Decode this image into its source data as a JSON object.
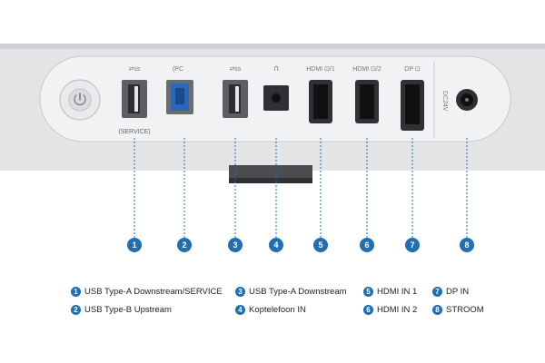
{
  "port_labels": {
    "usb_a_1": "",
    "usb_b": "(PC",
    "usb_a_2": "",
    "hdmi_1": "HDMI",
    "hdmi_2": "HDMI",
    "dp": "DP",
    "dc": "DC24V",
    "service": "(SERVICE)"
  },
  "callouts": [
    "1",
    "2",
    "3",
    "4",
    "5",
    "6",
    "7",
    "8"
  ],
  "legend": [
    {
      "num": "1",
      "text": "USB Type-A Downstream/SERVICE"
    },
    {
      "num": "2",
      "text": "USB Type-B Upstream"
    },
    {
      "num": "3",
      "text": "USB Type-A Downstream"
    },
    {
      "num": "4",
      "text": "Koptelefoon IN"
    },
    {
      "num": "5",
      "text": "HDMI IN 1"
    },
    {
      "num": "6",
      "text": "HDMI IN 2"
    },
    {
      "num": "7",
      "text": "DP IN"
    },
    {
      "num": "8",
      "text": "STROOM"
    }
  ],
  "colors": {
    "panel": "#e6e7e9",
    "port_block": "#f2f3f5",
    "callout": "#1f6fb2",
    "usb_b_blue": "#2b66b7"
  }
}
